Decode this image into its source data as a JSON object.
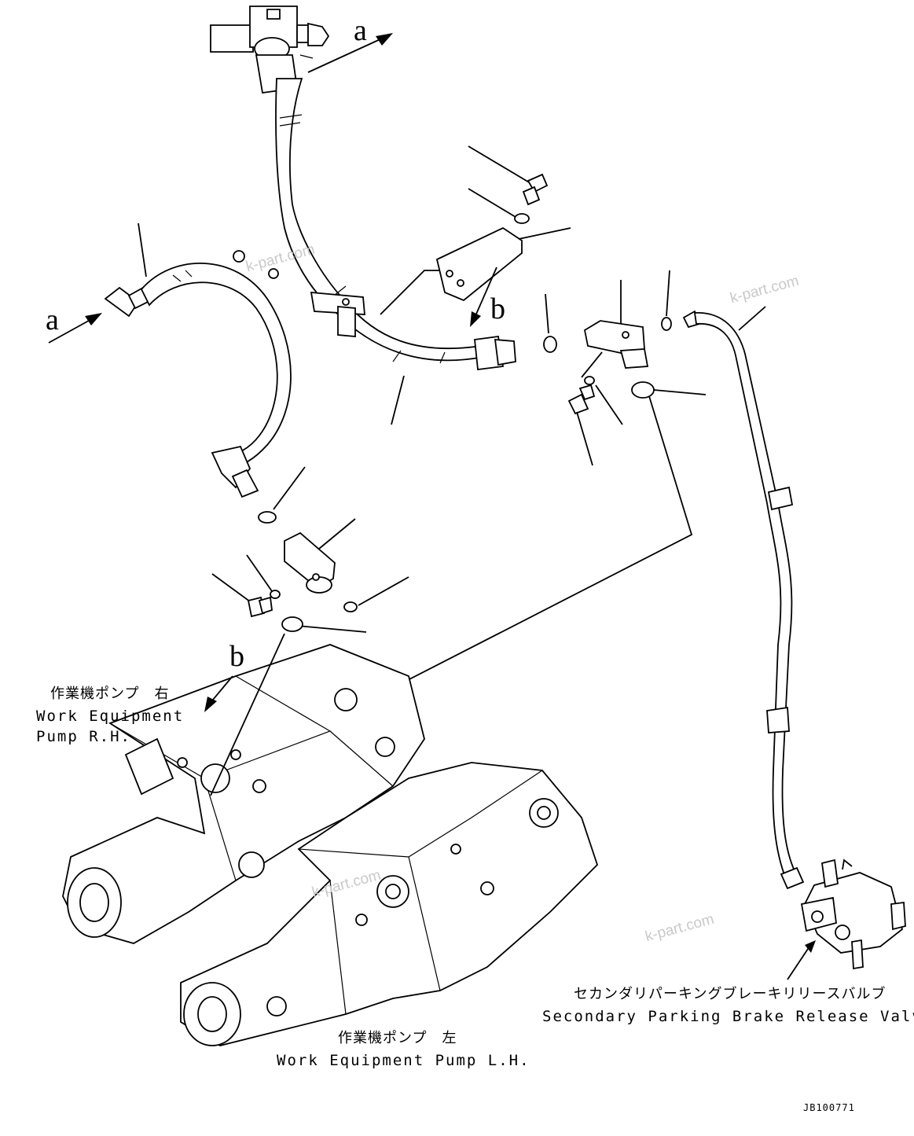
{
  "labels": {
    "ref_a": "a",
    "ref_b": "b",
    "pump_rh_jp": "作業機ポンプ　右",
    "pump_rh_en_1": "Work Equipment",
    "pump_rh_en_2": "Pump R.H.",
    "pump_lh_jp": "作業機ポンプ　左",
    "pump_lh_en": "Work Equipment Pump L.H.",
    "valve_jp": "セカンダリパーキングブレーキリリースバルブ",
    "valve_en": "Secondary Parking Brake Release Valve",
    "drawing_code": "JB100771"
  },
  "watermark": "k-part.com"
}
